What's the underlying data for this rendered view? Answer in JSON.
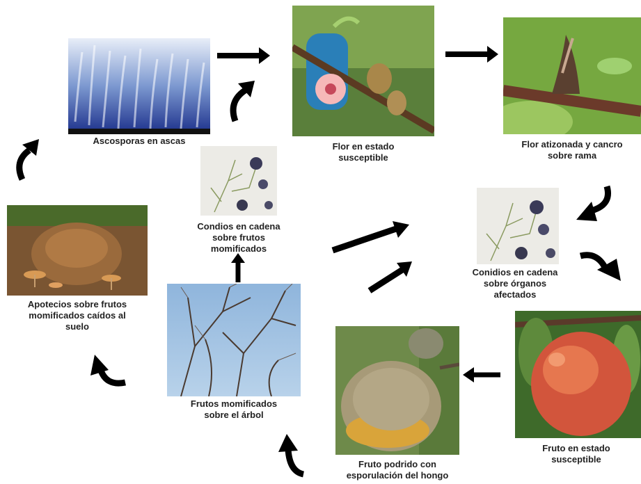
{
  "nodes": {
    "ascosporas": {
      "line1": "Ascosporas en ascas",
      "icon": "ascospores-microscope-image"
    },
    "flor_susceptible": {
      "line1": "Flor en estado",
      "line2": "susceptible",
      "icon": "peach-blossom-image"
    },
    "flor_atizonada": {
      "line1": "Flor atizonada y cancro",
      "line2": "sobre rama",
      "icon": "blighted-flower-canker-image"
    },
    "condios_frutos": {
      "line1": "Condios en cadena",
      "line2": "sobre frutos",
      "line3": "momificados",
      "icon": "conidia-chain-image"
    },
    "conidios_organos": {
      "line1": "Conidios en cadena",
      "line2": "sobre órganos",
      "line3": "afectados",
      "icon": "conidia-chain-image"
    },
    "apotecios": {
      "line1": "Apotecios sobre frutos",
      "line2": "momificados  caídos al",
      "line3": "suelo",
      "icon": "apothecia-soil-image"
    },
    "frutos_arbol": {
      "line1": "Frutos momificados",
      "line2": "sobre el árbol",
      "icon": "mummified-fruit-tree-image"
    },
    "fruto_podrido": {
      "line1": "Fruto podrido con",
      "line2": "esporulación del hongo",
      "icon": "rotten-peach-image"
    },
    "fruto_susceptible": {
      "line1": "Fruto en estado",
      "line2": "susceptible",
      "icon": "ripe-peach-image"
    }
  },
  "arrows": [
    "straight-arrow-icon",
    "curved-arrow-icon"
  ],
  "colors": {
    "arrow": "#000000",
    "caption": "#222222"
  }
}
